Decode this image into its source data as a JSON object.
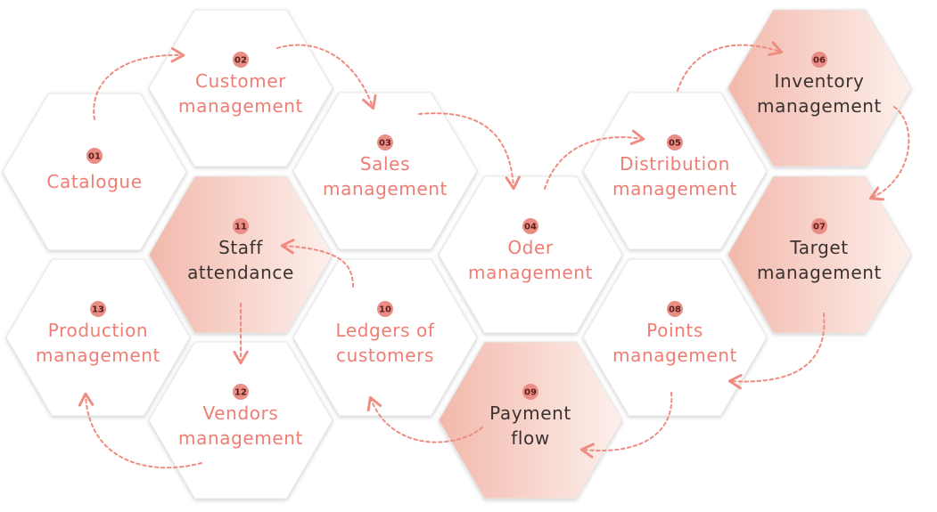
{
  "colors": {
    "accent": "#ef7d73",
    "accent_dark": "#d85a52",
    "badge": "#e98d85",
    "dark_text": "#3a3231",
    "hex_fill": "#ffffff",
    "hex_fill_hl_start": "#f2b8ab",
    "hex_fill_hl_end": "#fdf0ec",
    "hex_shadow": "#c8c8c8",
    "arrow": "#ef8b80"
  },
  "nodes": [
    {
      "id": "01",
      "lines": [
        "Catalogue"
      ],
      "highlight": false
    },
    {
      "id": "02",
      "lines": [
        "Customer",
        "management"
      ],
      "highlight": false
    },
    {
      "id": "03",
      "lines": [
        "Sales",
        "management"
      ],
      "highlight": false
    },
    {
      "id": "04",
      "lines": [
        "Oder",
        "management"
      ],
      "highlight": false
    },
    {
      "id": "05",
      "lines": [
        "Distribution",
        "management"
      ],
      "highlight": false
    },
    {
      "id": "06",
      "lines": [
        "Inventory",
        "management"
      ],
      "highlight": true
    },
    {
      "id": "07",
      "lines": [
        "Target",
        "management"
      ],
      "highlight": true
    },
    {
      "id": "08",
      "lines": [
        "Points",
        "management"
      ],
      "highlight": false
    },
    {
      "id": "09",
      "lines": [
        "Payment",
        "flow"
      ],
      "highlight": true
    },
    {
      "id": "10",
      "lines": [
        "Ledgers of",
        "customers"
      ],
      "highlight": false
    },
    {
      "id": "11",
      "lines": [
        "Staff",
        "attendance"
      ],
      "highlight": true
    },
    {
      "id": "12",
      "lines": [
        "Vendors",
        "management"
      ],
      "highlight": false
    },
    {
      "id": "13",
      "lines": [
        "Production",
        "management"
      ],
      "highlight": false
    }
  ],
  "flow": [
    "01",
    "02",
    "03",
    "04",
    "05",
    "06",
    "07",
    "08",
    "09",
    "10",
    "11",
    "12",
    "13"
  ]
}
